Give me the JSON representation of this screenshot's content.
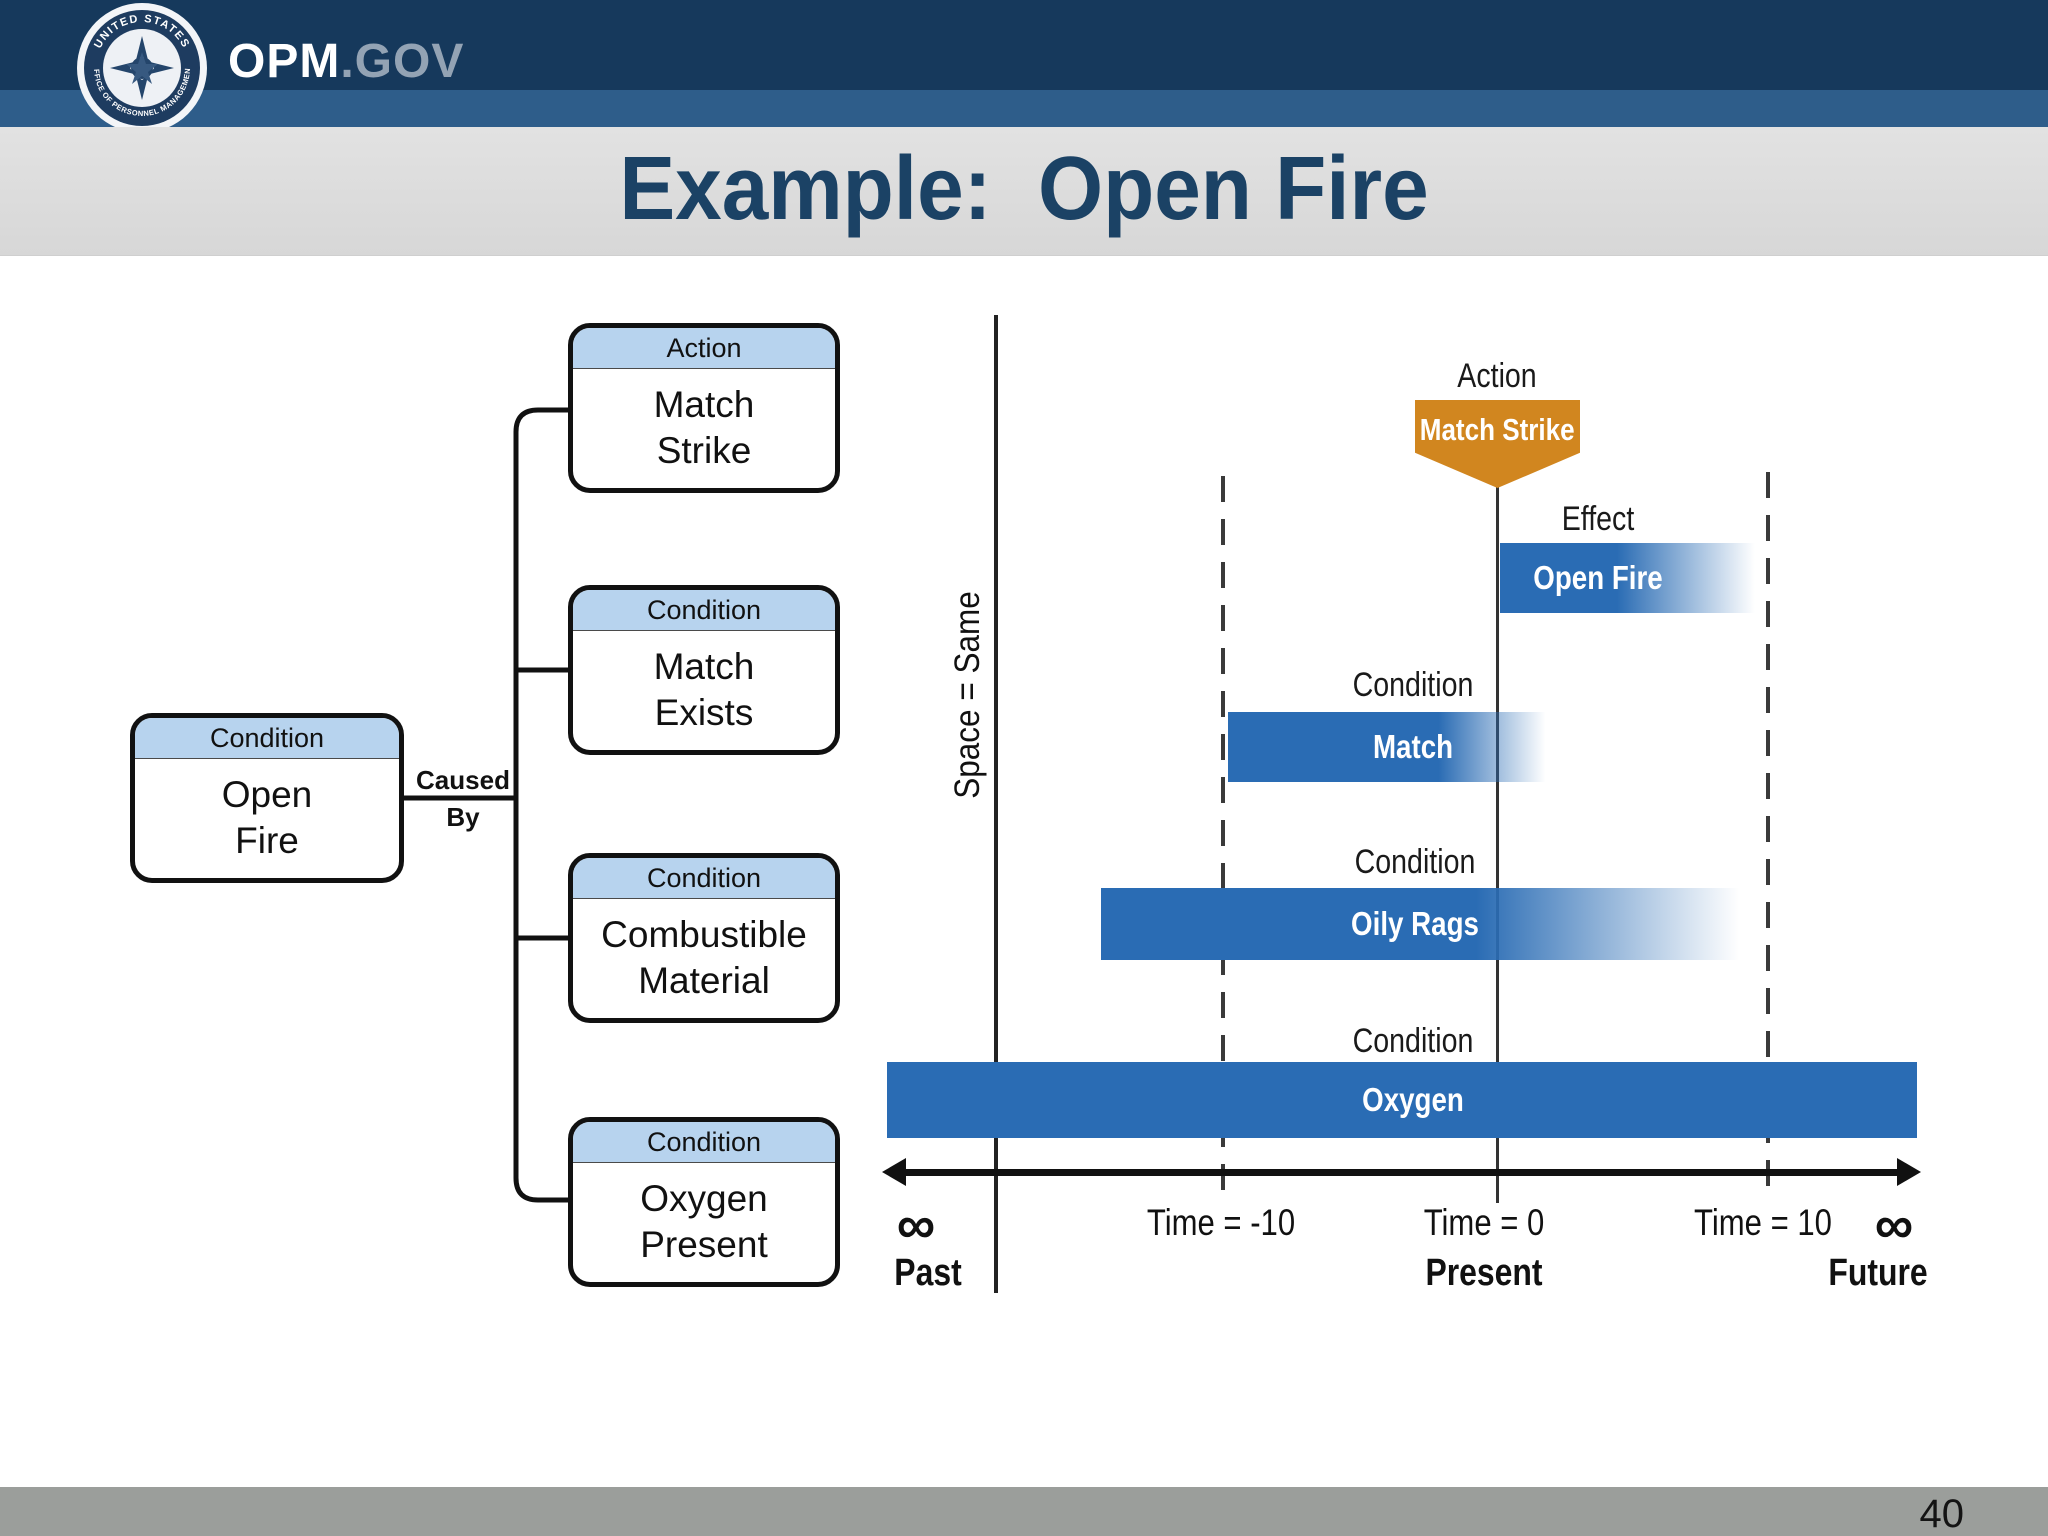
{
  "header": {
    "brand_bold": "OPM",
    "brand_light": ".GOV",
    "seal_text_top": "UNITED STATES",
    "seal_text_bottom": "OFFICE OF PERSONNEL MANAGEMENT"
  },
  "title": "Example:  Open Fire",
  "flowchart": {
    "effect_box": {
      "header": "Condition",
      "line1": "Open",
      "line2": "Fire"
    },
    "link_label_line1": "Caused",
    "link_label_line2": "By",
    "cause_boxes": [
      {
        "header": "Action",
        "line1": "Match",
        "line2": "Strike"
      },
      {
        "header": "Condition",
        "line1": "Match",
        "line2": "Exists"
      },
      {
        "header": "Condition",
        "line1": "Combustible",
        "line2": "Material"
      },
      {
        "header": "Condition",
        "line1": "Oxygen",
        "line2": "Present"
      }
    ]
  },
  "timeline": {
    "space_axis_label": "Space = Same",
    "action_caption": "Action",
    "action_pointer_label": "Match Strike",
    "effect_caption": "Effect",
    "effect_bar_label": "Open Fire",
    "condition_caption": "Condition",
    "bars": [
      {
        "label": "Match"
      },
      {
        "label": "Oily Rags"
      },
      {
        "label": "Oxygen"
      }
    ],
    "ticks": {
      "minus10": "Time = -10",
      "zero": "Time = 0",
      "plus10": "Time = 10"
    },
    "infinity_symbol": "∞",
    "past": "Past",
    "present": "Present",
    "future": "Future"
  },
  "footer": {
    "page_number": "40"
  },
  "colors": {
    "header_navy": "#16395c",
    "header_band_blue": "#2e5d8a",
    "title_text": "#1b4265",
    "title_band_gray": "#dcdcdc",
    "box_header_blue": "#b7d3ee",
    "bar_blue": "#2a6cb4",
    "pointer_orange": "#d1861f",
    "footer_gray": "#9b9e9b"
  }
}
